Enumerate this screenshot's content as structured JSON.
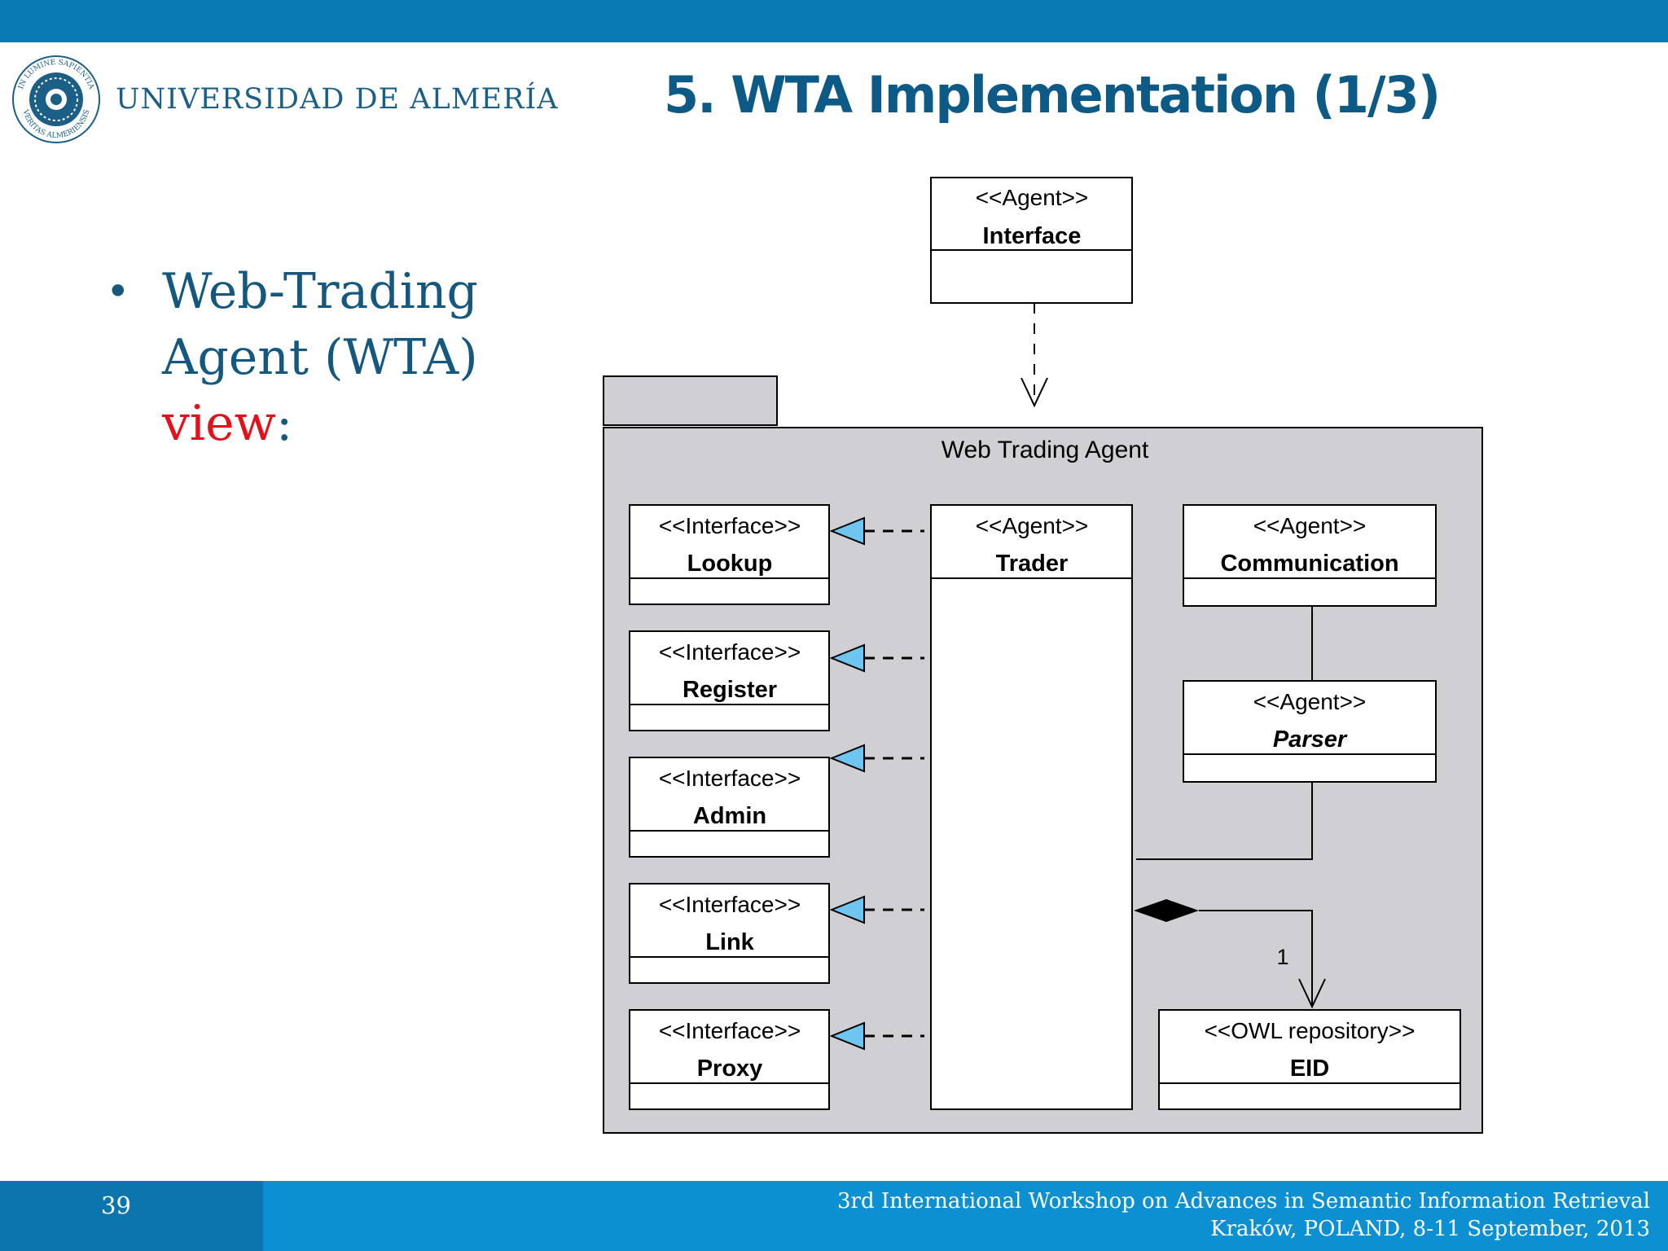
{
  "header": {
    "university": "UNIVERSIDAD DE ALMERÍA",
    "seal_text_top": "IN LUMINE SAPIENTIA",
    "seal_text_bottom": "VERITAS ALMERIENSIS",
    "title": "5. WTA Implementation (1/3)"
  },
  "bullet": {
    "line1": "Web-Trading",
    "line2": "Agent (WTA)",
    "line3_highlight": "view",
    "line3_rest": ":"
  },
  "diagram": {
    "interface_agent": {
      "stereotype": "<<Agent>>",
      "name": "Interface"
    },
    "package_name": "Web Trading Agent",
    "interfaces": [
      {
        "stereotype": "<<Interface>>",
        "name": "Lookup"
      },
      {
        "stereotype": "<<Interface>>",
        "name": "Register"
      },
      {
        "stereotype": "<<Interface>>",
        "name": "Admin"
      },
      {
        "stereotype": "<<Interface>>",
        "name": "Link"
      },
      {
        "stereotype": "<<Interface>>",
        "name": "Proxy"
      }
    ],
    "trader": {
      "stereotype": "<<Agent>>",
      "name": "Trader"
    },
    "communication": {
      "stereotype": "<<Agent>>",
      "name": "Communication"
    },
    "parser": {
      "stereotype": "<<Agent>>",
      "name": "Parser"
    },
    "eid": {
      "stereotype": "<<OWL repository>>",
      "name": "EID"
    },
    "multiplicity": "1",
    "colors": {
      "package_fill": "#d0cfd3",
      "realization_arrow": "#6ec6f0"
    }
  },
  "footer": {
    "page_number": "39",
    "line1": "3rd International Workshop on Advances in Semantic Information Retrieval",
    "line2": "Kraków, POLAND, 8-11 September, 2013"
  }
}
